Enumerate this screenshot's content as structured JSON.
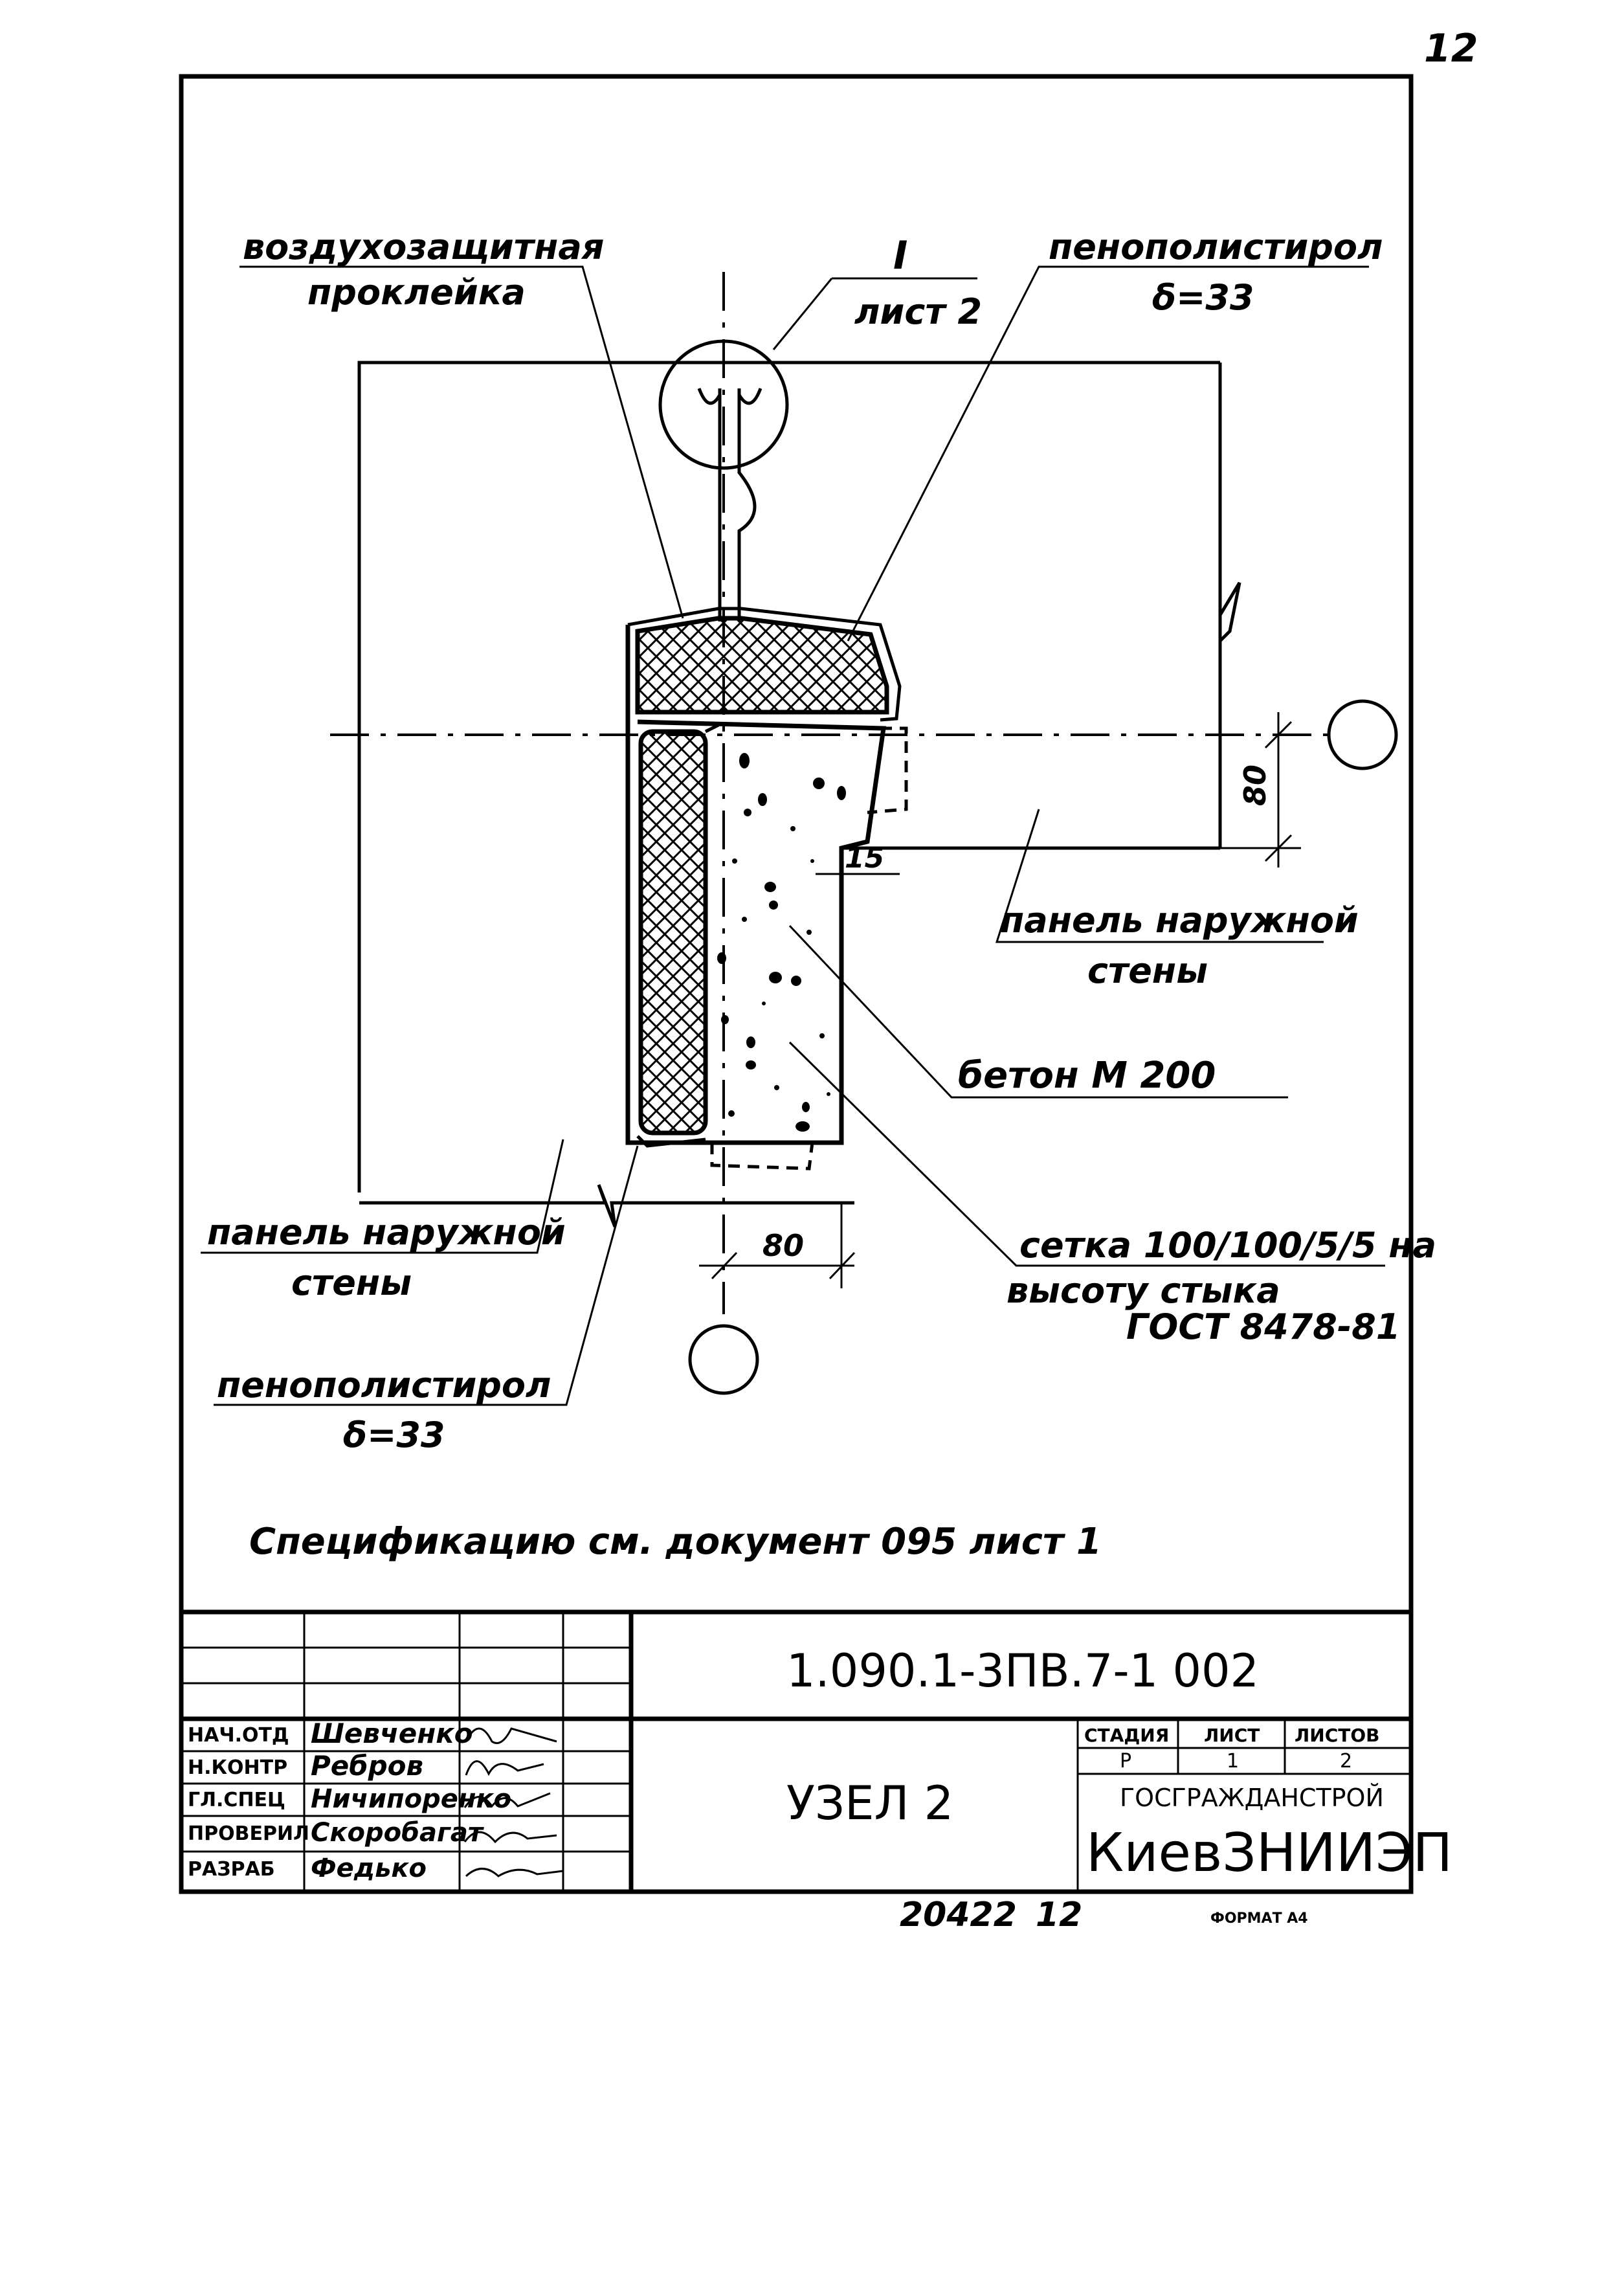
{
  "sheet_mark": "12",
  "callouts": {
    "air_seal": [
      "воздухозащитная",
      "проклейка"
    ],
    "detail_ref": {
      "number": "I",
      "sheet": "лист 2"
    },
    "foam_top": [
      "пенополистирол",
      "δ=33"
    ],
    "panel_right": [
      "панель наружной",
      "стены"
    ],
    "concrete": "бетон М 200",
    "mesh": [
      "сетка 100/100/5/5 на",
      "высоту стыка",
      "ГОСТ 8478-81"
    ],
    "panel_left": [
      "панель наружной",
      "стены"
    ],
    "foam_bottom": [
      "пенополистирол",
      "δ=33"
    ]
  },
  "dimensions": {
    "right_offset": "80",
    "gap": "15",
    "bottom_offset": "80"
  },
  "spec_note": "Спецификацию см. документ 095 лист 1",
  "title_block": {
    "doc_code": "1.090.1-3ПВ.7-1 002",
    "title": "УЗЕЛ 2",
    "stage_header": "СТАДИЯ",
    "sheet_header": "ЛИСТ",
    "sheets_header": "ЛИСТОВ",
    "stage": "Р",
    "sheet": "1",
    "sheets": "2",
    "org_line1": "ГОСГРАЖДАНСТРОЙ",
    "org_line2": "КиевЗНИИЭП",
    "signatures": [
      {
        "role": "НАЧ.ОТД",
        "name": "Шевченко"
      },
      {
        "role": "Н.КОНТР",
        "name": "Ребров"
      },
      {
        "role": "ГЛ.СПЕЦ",
        "name": "Ничипоренко"
      },
      {
        "role": "ПРОВЕРИЛ",
        "name": "Скоробагат"
      },
      {
        "role": "РАЗРАБ",
        "name": "Федько"
      }
    ]
  },
  "footer": {
    "inventory": "20422",
    "page": "12",
    "format": "ФОРМАТ А4"
  }
}
